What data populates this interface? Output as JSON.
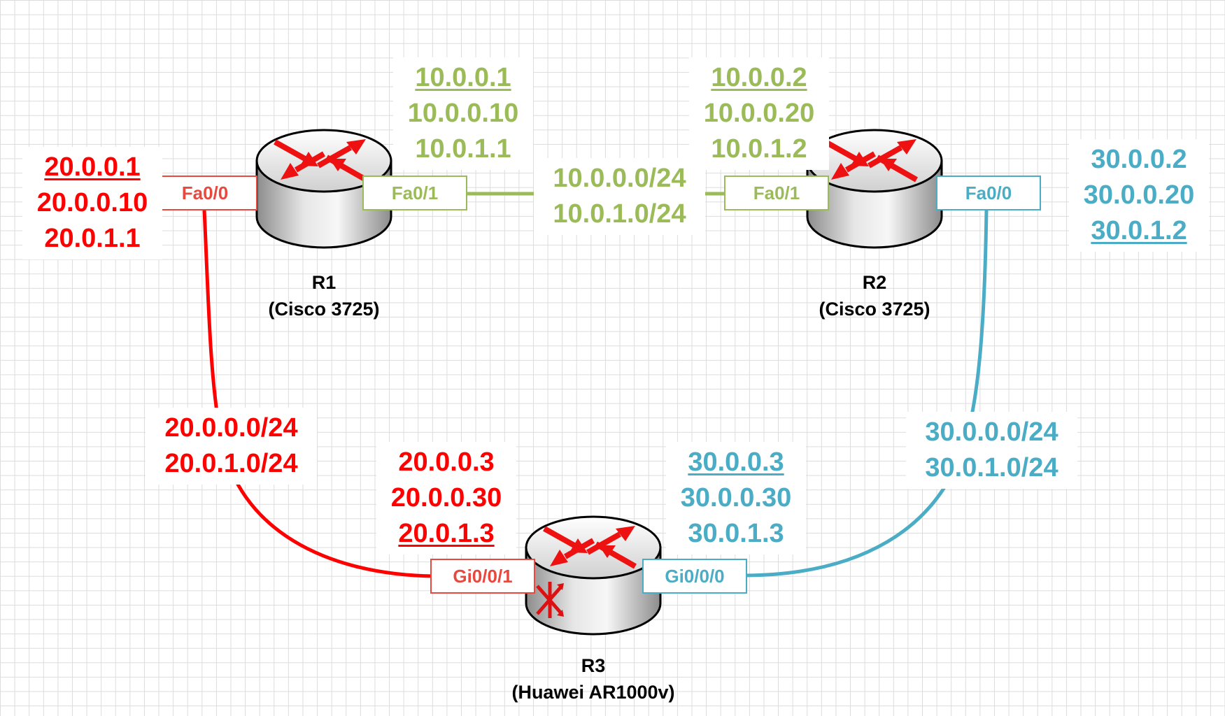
{
  "colors": {
    "red": "#ff0000",
    "green": "#9bbb59",
    "blue": "#4bacc6"
  },
  "routers": [
    {
      "name": "R1",
      "model": "(Cisco 3725)",
      "icon": "router-icon"
    },
    {
      "name": "R2",
      "model": "(Cisco 3725)",
      "icon": "router-icon"
    },
    {
      "name": "R3",
      "model": "(Huawei AR1000v)",
      "icon": "router-icon"
    }
  ],
  "interfaces": {
    "r1_fa00": "Fa0/0",
    "r1_fa01": "Fa0/1",
    "r2_fa01": "Fa0/1",
    "r2_fa00": "Fa0/0",
    "r3_gi001": "Gi0/0/1",
    "r3_gi000": "Gi0/0/0"
  },
  "addresses": {
    "r1_red": [
      "20.0.0.1",
      "20.0.0.10",
      "20.0.1.1"
    ],
    "r1_green": [
      "10.0.0.1",
      "10.0.0.10",
      "10.0.1.1"
    ],
    "r2_green": [
      "10.0.0.2",
      "10.0.0.20",
      "10.0.1.2"
    ],
    "r2_blue": [
      "30.0.0.2",
      "30.0.0.20",
      "30.0.1.2"
    ],
    "r3_red": [
      "20.0.0.3",
      "20.0.0.30",
      "20.0.1.3"
    ],
    "r3_blue": [
      "30.0.0.3",
      "30.0.0.30",
      "30.0.1.3"
    ]
  },
  "networks": {
    "green": [
      "10.0.0.0/24",
      "10.0.1.0/24"
    ],
    "red": [
      "20.0.0.0/24",
      "20.0.1.0/24"
    ],
    "blue": [
      "30.0.0.0/24",
      "30.0.1.0/24"
    ]
  }
}
